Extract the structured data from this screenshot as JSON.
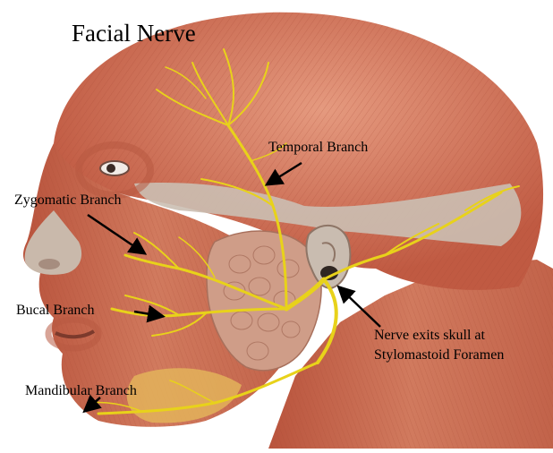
{
  "figure": {
    "title": "Facial Nerve",
    "labels": {
      "temporal": "Temporal Branch",
      "zygomatic": "Zygomatic Branch",
      "bucal": "Bucal Branch",
      "mandibular": "Mandibular Branch",
      "exit_line1": "Nerve exits skull at",
      "exit_line2": "Stylomastoid Foramen"
    }
  },
  "colors": {
    "background": "#ffffff",
    "muscle": "#c8654a",
    "muscle_light": "#e0957a",
    "fascia": "#c9bfb4",
    "gland": "#c99a86",
    "nerve": "#e8d21a",
    "fat": "#e3b35a",
    "label_text": "#000000",
    "arrow": "#000000"
  },
  "icons": {
    "head_illustration": "head-anatomy-illustration",
    "arrows": "pointer-arrow"
  }
}
